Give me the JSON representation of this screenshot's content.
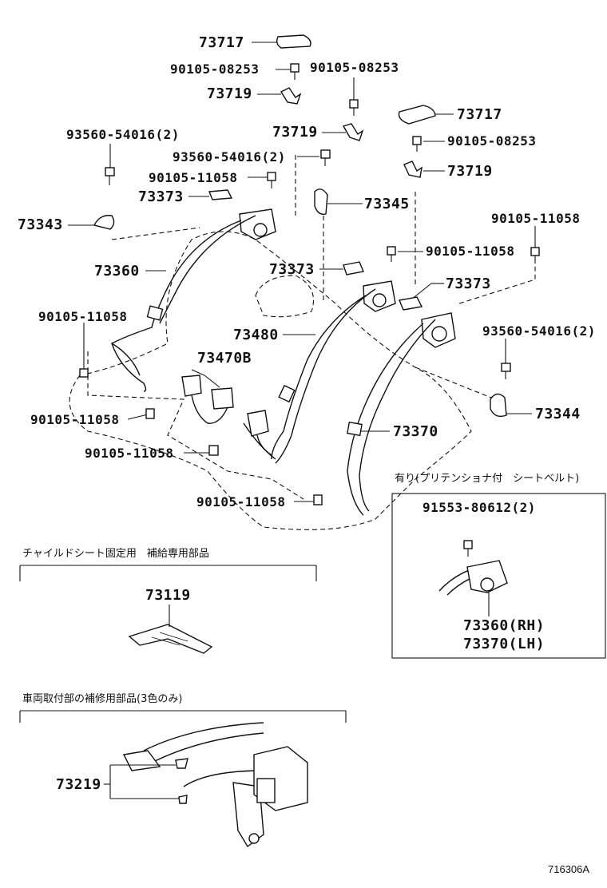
{
  "labels": {
    "p73717_a": "73717",
    "p90105_08253_a": "90105-08253",
    "p90105_08253_b": "90105-08253",
    "p73719_a": "73719",
    "p73719_b": "73719",
    "p73717_b": "73717",
    "p90105_08253_c": "90105-08253",
    "p73719_c": "73719",
    "p93560_a": "93560-54016(2)",
    "p93560_b": "93560-54016(2)",
    "p90105_11058_a": "90105-11058",
    "p73373_a": "73373",
    "p73343": "73343",
    "p73345": "73345",
    "p90105_11058_b": "90105-11058",
    "p73360": "73360",
    "p73373_b": "73373",
    "p90105_11058_c": "90105-11058",
    "p73373_c": "73373",
    "p90105_11058_d": "90105-11058",
    "p73480": "73480",
    "p93560_c": "93560-54016(2)",
    "p73470b": "73470B",
    "p90105_11058_e": "90105-11058",
    "p73344": "73344",
    "p73370": "73370",
    "p90105_11058_f": "90105-11058",
    "p90105_11058_g": "90105-11058",
    "p91553": "91553-80612(2)",
    "p73360rh": "73360(RH)",
    "p73370lh": "73370(LH)",
    "p73119": "73119",
    "p73219": "73219"
  },
  "notes": {
    "pretensioner": "有り(プリテンショナ付　シートベルト)",
    "child_seat": "チャイルドシート固定用　補給専用部品",
    "vehicle_mount": "車両取付部の補修用部品(3色のみ)"
  },
  "reference": "716306A"
}
